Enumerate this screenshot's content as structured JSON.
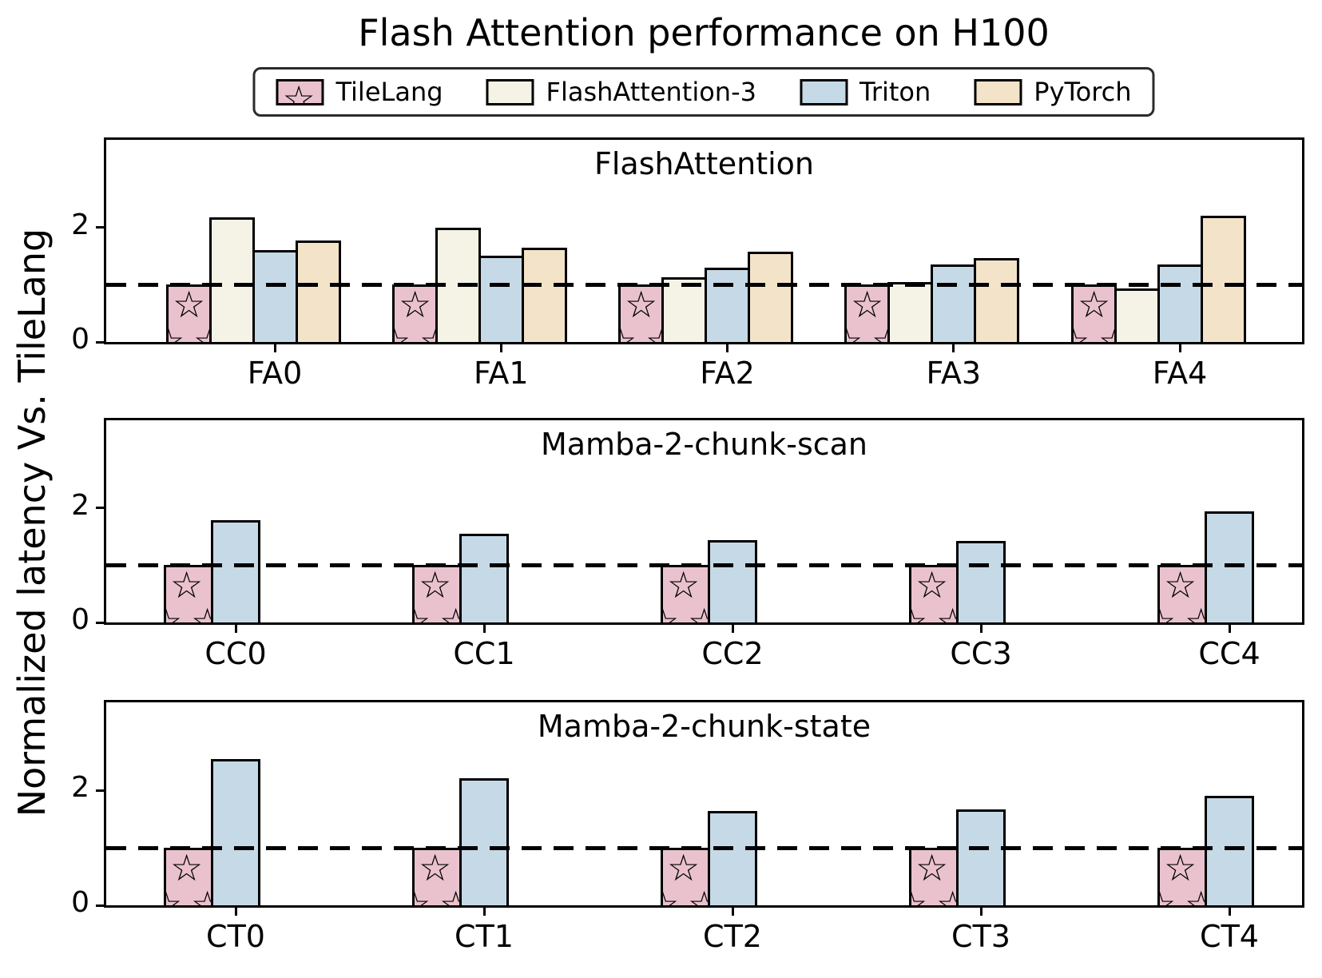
{
  "title": "Flash Attention performance on H100",
  "ylabel": "Normalized latency Vs. TileLang",
  "legend": [
    "TileLang",
    "FlashAttention-3",
    "Triton",
    "PyTorch"
  ],
  "styles": {
    "TileLang": {
      "color": "#eac2ce",
      "hatch": "star"
    },
    "FlashAttention-3": {
      "color": "#f5f2e6",
      "hatch": "hlines"
    },
    "Triton": {
      "color": "#c6d9e7",
      "hatch": "diagonal"
    },
    "PyTorch": {
      "color": "#f3e3c8",
      "hatch": "circles"
    }
  },
  "ref_line_color": "#000000",
  "chart_data": [
    {
      "type": "bar",
      "title": "FlashAttention",
      "categories": [
        "FA0",
        "FA1",
        "FA2",
        "FA3",
        "FA4"
      ],
      "series": [
        {
          "name": "TileLang",
          "values": [
            1.0,
            1.0,
            1.0,
            1.0,
            1.0
          ]
        },
        {
          "name": "FlashAttention-3",
          "values": [
            2.18,
            2.0,
            1.13,
            1.05,
            0.93
          ]
        },
        {
          "name": "Triton",
          "values": [
            1.61,
            1.51,
            1.3,
            1.36,
            1.36
          ]
        },
        {
          "name": "PyTorch",
          "values": [
            1.77,
            1.65,
            1.58,
            1.47,
            2.2
          ]
        }
      ],
      "ylim": [
        0,
        3.53
      ],
      "yticks": [
        0,
        2
      ],
      "ref_line": 1.0,
      "grid": false,
      "legend_position": "figure-top"
    },
    {
      "type": "bar",
      "title": "Mamba-2-chunk-scan",
      "categories": [
        "CC0",
        "CC1",
        "CC2",
        "CC3",
        "CC4"
      ],
      "series": [
        {
          "name": "TileLang",
          "values": [
            1.0,
            1.0,
            1.0,
            1.0,
            1.0
          ]
        },
        {
          "name": "Triton",
          "values": [
            1.79,
            1.55,
            1.44,
            1.43,
            1.94
          ]
        }
      ],
      "ylim": [
        0,
        3.53
      ],
      "yticks": [
        0,
        2
      ],
      "ref_line": 1.0,
      "grid": false,
      "legend_position": "figure-top"
    },
    {
      "type": "bar",
      "title": "Mamba-2-chunk-state",
      "categories": [
        "CT0",
        "CT1",
        "CT2",
        "CT3",
        "CT4"
      ],
      "series": [
        {
          "name": "TileLang",
          "values": [
            1.0,
            1.0,
            1.0,
            1.0,
            1.0
          ]
        },
        {
          "name": "Triton",
          "values": [
            2.55,
            2.21,
            1.64,
            1.67,
            1.9
          ]
        }
      ],
      "ylim": [
        0,
        3.53
      ],
      "yticks": [
        0,
        2
      ],
      "ref_line": 1.0,
      "grid": false,
      "legend_position": "figure-top"
    }
  ]
}
